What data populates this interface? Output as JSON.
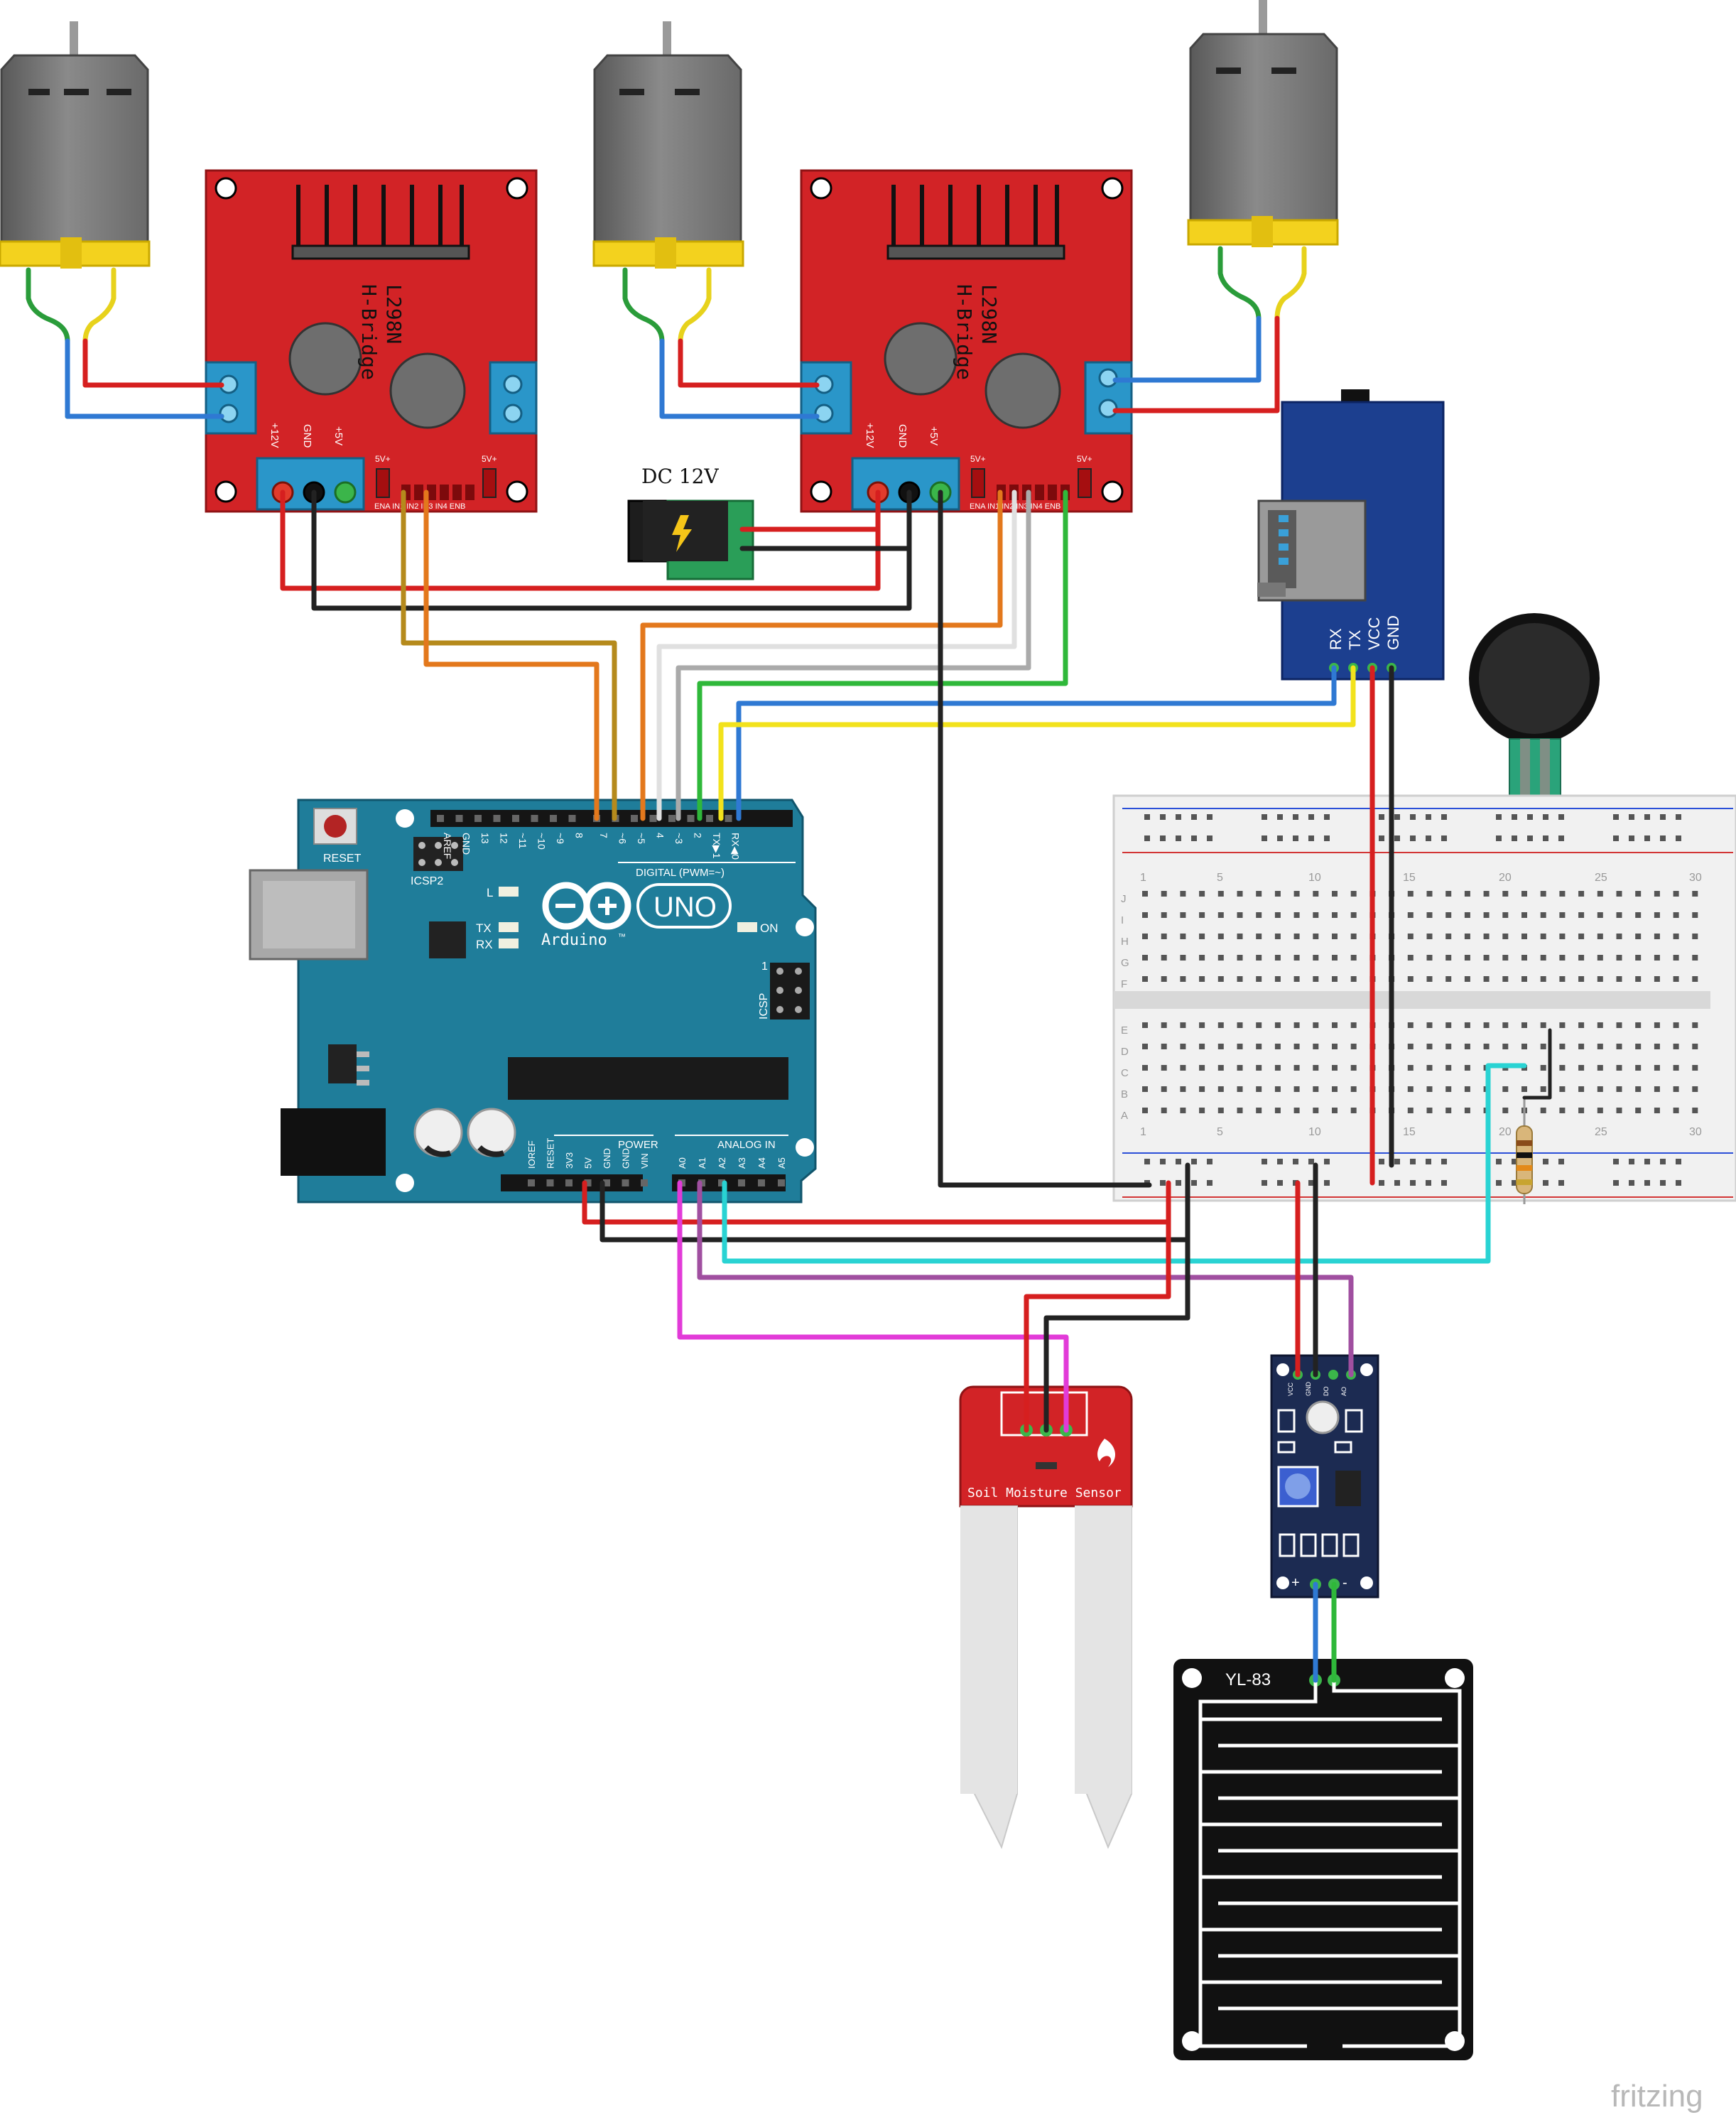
{
  "drivers": [
    {
      "title": "L298N",
      "subtitle": "H-Bridge",
      "pin_12v": "+12V",
      "pin_gnd": "GND",
      "pin_5v": "+5V",
      "jumper_a": "5V+",
      "jumper_b": "5V+",
      "ctrl_row": "ENA IN1 IN2 IN3 IN4 ENB"
    },
    {
      "title": "L298N",
      "subtitle": "H-Bridge",
      "pin_12v": "+12V",
      "pin_gnd": "GND",
      "pin_5v": "+5V",
      "jumper_a": "5V+",
      "jumper_b": "5V+",
      "ctrl_row": "ENA IN1 IN2 IN3 IN4 ENB"
    }
  ],
  "dc_jack": {
    "label": "DC 12V"
  },
  "sd_module": {
    "pins": [
      "RX",
      "TX",
      "VCC",
      "GND"
    ]
  },
  "arduino": {
    "reset_label": "RESET",
    "icsp2_label": "ICSP2",
    "icsp_label": "ICSP",
    "icsp_one": "1",
    "brand": "Arduino",
    "trademark": "™",
    "model": "UNO",
    "led_l": "L",
    "led_tx": "TX",
    "led_rx": "RX",
    "led_on": "ON",
    "digital_pins": [
      "AREF",
      "GND",
      "13",
      "12",
      "~11",
      "~10",
      "~9",
      "8",
      "7",
      "~6",
      "~5",
      "4",
      "~3",
      "2",
      "TX▶1",
      "RX◀0"
    ],
    "digital_label": "DIGITAL (PWM=~)",
    "power_label": "POWER",
    "analog_label": "ANALOG IN",
    "power_pins": [
      "IOREF",
      "RESET",
      "3V3",
      "5V",
      "GND",
      "GND",
      "VIN"
    ],
    "analog_pins": [
      "A0",
      "A1",
      "A2",
      "A3",
      "A4",
      "A5"
    ]
  },
  "breadboard": {
    "col_numbers": [
      "1",
      "5",
      "10",
      "15",
      "20",
      "25",
      "30"
    ],
    "rows_top": [
      "J",
      "I",
      "H",
      "G",
      "F"
    ],
    "rows_bottom": [
      "E",
      "D",
      "C",
      "B",
      "A"
    ]
  },
  "soil_sensor": {
    "label": "Soil Moisture Sensor"
  },
  "rain_module": {
    "pins": [
      "VCC",
      "GND",
      "DO",
      "AO"
    ],
    "plus": "+",
    "minus": "-"
  },
  "rain_plate": {
    "label": "YL-83"
  },
  "watermark": "fritzing",
  "colors": {
    "red_board": "#d22326",
    "arduino": "#1f7d9a",
    "sd_board": "#1c3f8f",
    "rain_board": "#1c2b52",
    "breadboard": "#f1f1f1"
  }
}
